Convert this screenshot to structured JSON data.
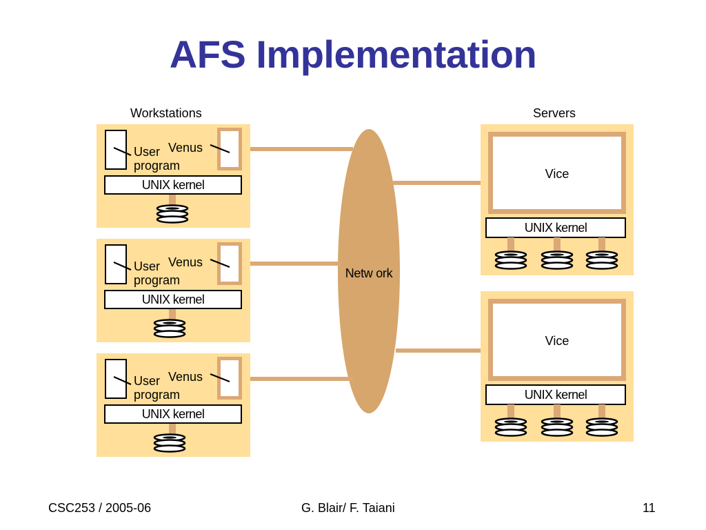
{
  "slide": {
    "title": "AFS Implementation",
    "workstations_label": "Workstations",
    "servers_label": "Servers",
    "network_label": "Netw ork"
  },
  "workstations": [
    {
      "user_line1": "User",
      "user_line2": "program",
      "venus": "Venus",
      "kernel": "UNIX kernel"
    },
    {
      "user_line1": "User",
      "user_line2": "program",
      "venus": "Venus",
      "kernel": "UNIX kernel"
    },
    {
      "user_line1": "User",
      "user_line2": "program",
      "venus": "Venus",
      "kernel": "UNIX kernel"
    }
  ],
  "servers": [
    {
      "vice": "Vice",
      "kernel": "UNIX kernel"
    },
    {
      "vice": "Vice",
      "kernel": "UNIX kernel"
    }
  ],
  "footer": {
    "left": "CSC253 / 2005-06",
    "center": "G. Blair/ F. Taiani",
    "page_number": "11"
  },
  "colors": {
    "title": "#333399",
    "box_fill": "#ffdf99",
    "accent": "#dba876",
    "network": "#d6a66d"
  }
}
